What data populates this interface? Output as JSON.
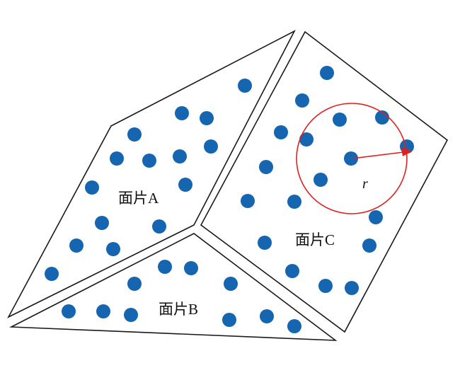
{
  "facets": {
    "a": {
      "label": "面片A"
    },
    "b": {
      "label": "面片B"
    },
    "c": {
      "label": "面片C"
    }
  },
  "radius": {
    "label": "r"
  },
  "colors": {
    "outline": "#1a1a1a",
    "dot": "#1565b0",
    "circle": "#e02020"
  }
}
